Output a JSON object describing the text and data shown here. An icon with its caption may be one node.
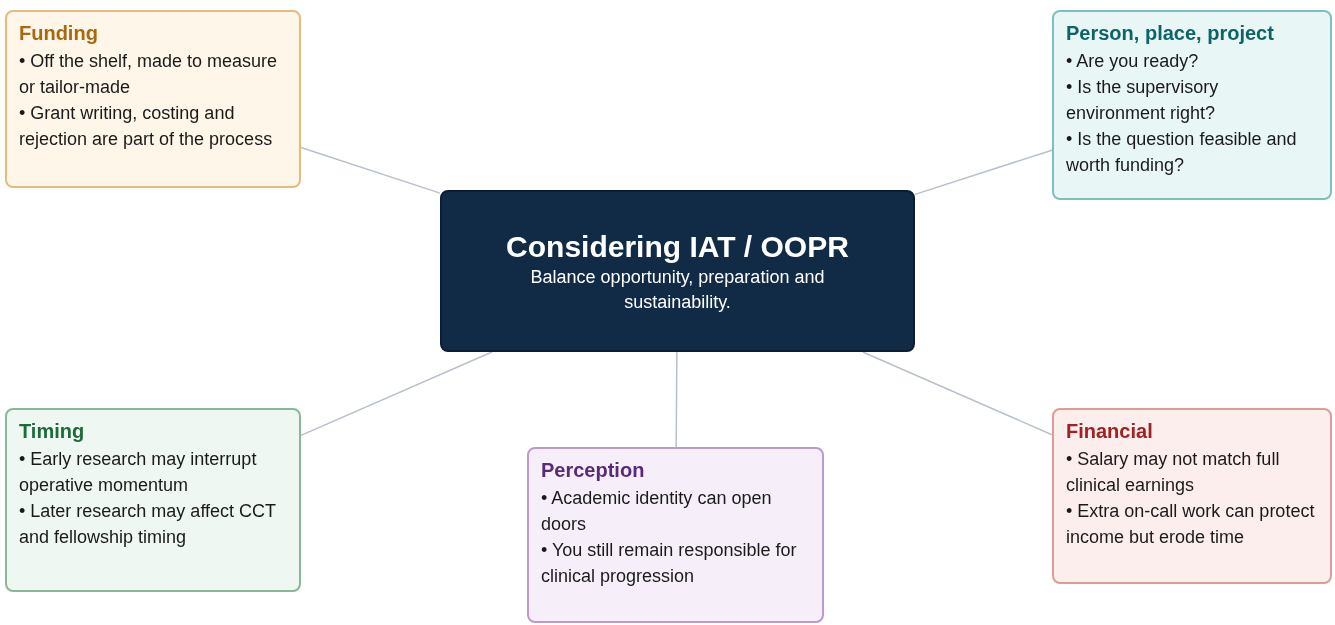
{
  "diagram": {
    "nodes": [
      {
        "text": [
          "Considering IAT / OOPR",
          "Balance opportunity, preparation and sustainability."
        ]
      },
      {
        "text": [
          "Funding",
          "• Off the shelf, made to measure or tailor-made",
          "• Grant writing, costing and rejection are part of the process"
        ]
      },
      {
        "text": [
          "Person, place, project",
          "• Are you ready?",
          "• Is the supervisory environment right?",
          "• Is the question feasible and worth funding?"
        ]
      },
      {
        "text": [
          "Timing",
          "• Early research may interrupt operative momentum",
          "• Later research may affect CCT and fellowship timing"
        ]
      },
      {
        "text": [
          "Perception",
          "• Academic identity can open doors",
          "• You still remain responsible for clinical progression"
        ]
      },
      {
        "text": [
          "Financial",
          "• Salary may not match full clinical earnings",
          "• Extra on-call work can protect income but erode time"
        ]
      }
    ],
    "edges": [
      {
        "from": 0,
        "to": 1,
        "arrow": "none"
      },
      {
        "from": 0,
        "to": 2,
        "arrow": "none"
      },
      {
        "from": 0,
        "to": 3,
        "arrow": "none"
      },
      {
        "from": 0,
        "to": 4,
        "arrow": "none"
      },
      {
        "from": 0,
        "to": 5,
        "arrow": "none"
      }
    ]
  }
}
